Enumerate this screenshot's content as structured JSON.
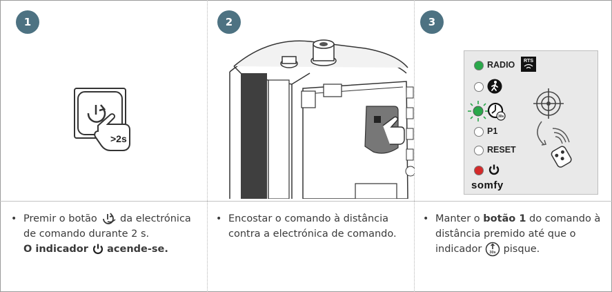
{
  "steps": [
    {
      "number": "1",
      "text_before_icon": "Premir o botão",
      "text_after_icon": "da electrónica de comando durante 2 s.",
      "bold_prefix": "O indicador",
      "bold_suffix": "acende-se.",
      "illustration_label": ">2s"
    },
    {
      "number": "2",
      "text": "Encostar o comando à distância contra a electrónica de comando."
    },
    {
      "number": "3",
      "text_part1": "Manter o",
      "text_bold": "botão 1",
      "text_part2": "do comando à distância premido até que o indicador",
      "text_part3": "pisque.",
      "panel": {
        "radio_label": "RADIO",
        "rts_label": "RTS",
        "p1_label": "P1",
        "reset_label": "RESET",
        "brand": "somfy",
        "timer_label": "30s"
      }
    }
  ],
  "colors": {
    "badge": "#4d7282",
    "led_green": "#2aa84a",
    "led_red": "#d42a2a"
  }
}
